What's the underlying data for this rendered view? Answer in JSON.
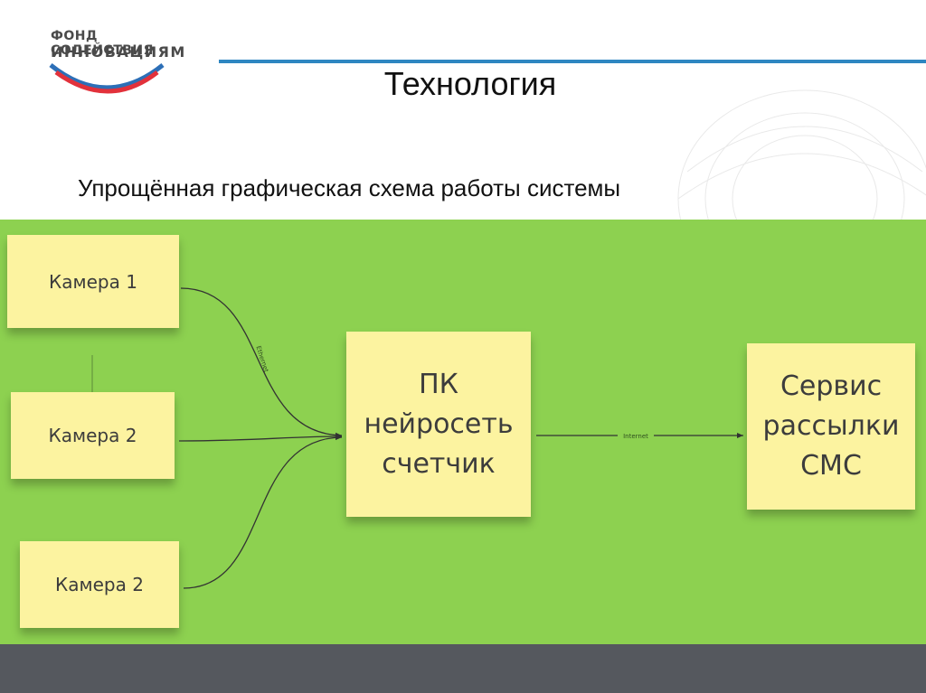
{
  "logo": {
    "line1": "ФОНД СОДЕЙСТВИЯ",
    "line2": "ИННОВАЦИЯМ"
  },
  "slide": {
    "title": "Технология",
    "subtitle": "Упрощённая графическая схема работы системы"
  },
  "diagram": {
    "nodes": [
      {
        "id": "cam1",
        "label": "Камера 1"
      },
      {
        "id": "cam2",
        "label": "Камера 2"
      },
      {
        "id": "cam3",
        "label": "Камера 2"
      },
      {
        "id": "pc",
        "label": "ПК\nнейросеть\nсчетчик"
      },
      {
        "id": "sms",
        "label": "Сервис\nрассылки\nСМС"
      }
    ],
    "edges": [
      {
        "from": "cam1",
        "to": "pc",
        "label": "Ethernet"
      },
      {
        "from": "cam2",
        "to": "pc",
        "label": ""
      },
      {
        "from": "cam3",
        "to": "pc",
        "label": ""
      },
      {
        "from": "pc",
        "to": "sms",
        "label": "Internet"
      }
    ]
  },
  "colors": {
    "canvas": "#8dd150",
    "sticky_note": "#fcf3a0",
    "accent_line": "#2e86c1",
    "footer": "#55585e"
  }
}
